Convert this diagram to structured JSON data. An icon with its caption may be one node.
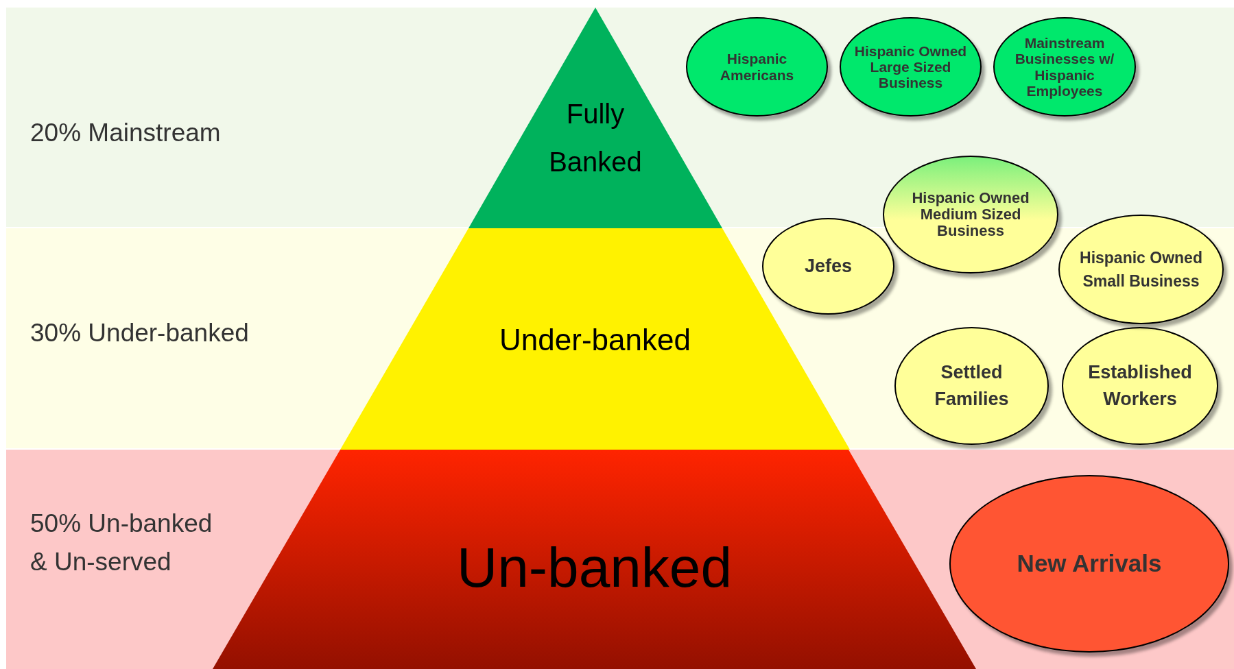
{
  "diagram": {
    "nodes": [
      {
        "text": [
          "20% Mainstream"
        ]
      },
      {
        "text": [
          "30% Under-banked"
        ]
      },
      {
        "text": [
          "50% Un-banked & Un-served"
        ]
      },
      {
        "text": [
          "Fully Banked"
        ],
        "in": 0
      },
      {
        "text": [
          "Under-banked"
        ],
        "in": 1
      },
      {
        "text": [
          "Un-banked"
        ],
        "in": 2
      },
      {
        "text": [
          "Hispanic Americans"
        ],
        "in": 0
      },
      {
        "text": [
          "Hispanic Owned Large Sized Business"
        ],
        "in": 0
      },
      {
        "text": [
          "Mainstream Businesses w/ Hispanic Employees"
        ],
        "in": 0
      },
      {
        "text": [
          "Hispanic Owned Medium Sized Business"
        ]
      },
      {
        "text": [
          "Jefes"
        ]
      },
      {
        "text": [
          "Hispanic Owned Small Business"
        ]
      },
      {
        "text": [
          "Settled Families"
        ],
        "in": 1
      },
      {
        "text": [
          "Established Workers"
        ],
        "in": 1
      },
      {
        "text": [
          "New Arrivals"
        ],
        "in": 2
      }
    ]
  }
}
